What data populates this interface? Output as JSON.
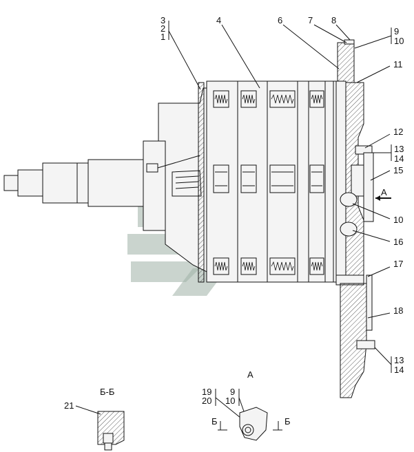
{
  "callouts": {
    "c1": "1",
    "c2": "2",
    "c3": "3",
    "c4": "4",
    "c6": "6",
    "c7": "7",
    "c8": "8",
    "c9": "9",
    "c10": "10",
    "c11": "11",
    "c12": "12",
    "c13": "13",
    "c14": "14",
    "c15": "15",
    "c10b": "10",
    "c16": "16",
    "c17": "17",
    "c18": "18",
    "c13b": "13",
    "c14b": "14",
    "c19": "19",
    "c20": "20",
    "c9b": "9",
    "c10c": "10",
    "c21": "21"
  },
  "views": {
    "arrow_a": "А",
    "view_a_title": "А",
    "section_bb_title": "Б-Б",
    "section_mark_left": "Б",
    "section_mark_right": "Б"
  }
}
